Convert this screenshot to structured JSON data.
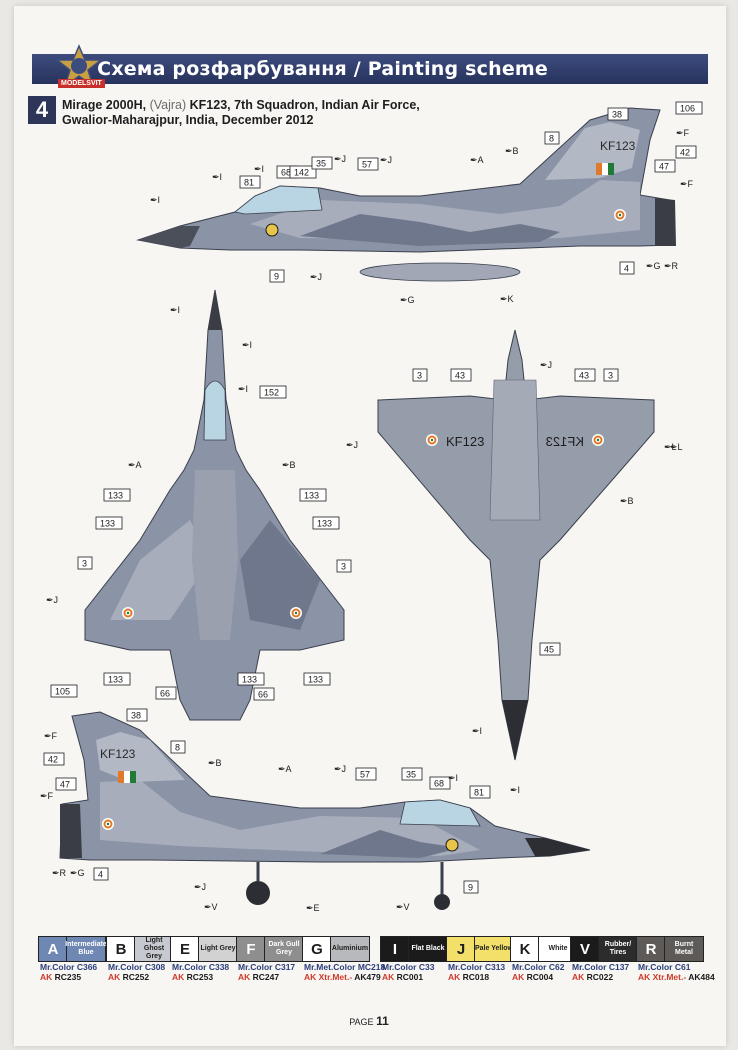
{
  "header": {
    "title": "Схема розфарбування / Painting scheme",
    "brand": "MODELSVIT"
  },
  "scheme": {
    "number": "4",
    "aircraft": "Mirage 2000H,",
    "name": "(Vajra)",
    "unit": "KF123, 7th Squadron, Indian Air Force,",
    "location": "Gwalior-Maharajpur, India, December 2012"
  },
  "markings": {
    "serial": "KF123"
  },
  "callouts": {
    "boxed": [
      "106",
      "38",
      "8",
      "42",
      "47",
      "81",
      "68",
      "142",
      "35",
      "57",
      "4",
      "9",
      "152",
      "133",
      "133",
      "133",
      "133",
      "3",
      "3",
      "133",
      "133",
      "66",
      "133",
      "66",
      "3",
      "43",
      "43",
      "3",
      "45",
      "105",
      "38",
      "8",
      "42",
      "47",
      "4",
      "57",
      "35",
      "68",
      "81",
      "9"
    ],
    "colors": [
      "F",
      "F",
      "I",
      "I",
      "I",
      "J",
      "J",
      "J",
      "A",
      "B",
      "G",
      "R",
      "G",
      "K",
      "I",
      "I",
      "I",
      "A",
      "B",
      "J",
      "L",
      "J",
      "J",
      "L",
      "B",
      "I",
      "F",
      "F",
      "R",
      "G",
      "J",
      "V",
      "E",
      "A",
      "J",
      "B",
      "I",
      "I",
      "V"
    ]
  },
  "legend": [
    {
      "letter": "A",
      "name": "Intermediate Blue",
      "mr": "Mr.Color C366",
      "ak": "RC235",
      "akpre": "",
      "bg": "#6f87b3",
      "fg": "#ffffff",
      "namebg": "#6f87b3",
      "namefg": "#ffffff"
    },
    {
      "letter": "B",
      "name": "Light Ghost Grey",
      "mr": "Mr.Color C308",
      "ak": "RC252",
      "akpre": "",
      "bg": "#ffffff",
      "fg": "#1e1e1e",
      "namebg": "#c6c9cf",
      "namefg": "#1e1e1e"
    },
    {
      "letter": "E",
      "name": "Light Grey",
      "mr": "Mr.Color C338",
      "ak": "RC253",
      "akpre": "",
      "bg": "#ffffff",
      "fg": "#1e1e1e",
      "namebg": "#d1d2d1",
      "namefg": "#1e1e1e"
    },
    {
      "letter": "F",
      "name": "Dark Gull Grey",
      "mr": "Mr.Color C317",
      "ak": "RC247",
      "akpre": "",
      "bg": "#8e8e8f",
      "fg": "#ffffff",
      "namebg": "#8e8e8f",
      "namefg": "#ffffff"
    },
    {
      "letter": "G",
      "name": "Aluminium",
      "mr": "Mr.Met.Color MC218",
      "ak": "AK479",
      "akpre": "Xtr.Met.-",
      "bg": "#ffffff",
      "fg": "#1e1e1e",
      "namebg": "#b7b9bc",
      "namefg": "#1e1e1e"
    },
    {
      "letter": "I",
      "name": "Flat Black",
      "mr": "Mr.Color C33",
      "ak": "RC001",
      "akpre": "",
      "bg": "#1b1b1b",
      "fg": "#ffffff",
      "namebg": "#1b1b1b",
      "namefg": "#ffffff"
    },
    {
      "letter": "J",
      "name": "Pale Yellow",
      "mr": "Mr.Color C313",
      "ak": "RC018",
      "akpre": "",
      "bg": "#f2e06b",
      "fg": "#1e1e1e",
      "namebg": "#f2e06b",
      "namefg": "#1e1e1e"
    },
    {
      "letter": "K",
      "name": "White",
      "mr": "Mr.Color C62",
      "ak": "RC004",
      "akpre": "",
      "bg": "#ffffff",
      "fg": "#1e1e1e",
      "namebg": "#ffffff",
      "namefg": "#1e1e1e"
    },
    {
      "letter": "V",
      "name": "Rubber/ Tires",
      "mr": "Mr.Color C137",
      "ak": "RC022",
      "akpre": "",
      "bg": "#1b1b1b",
      "fg": "#ffffff",
      "namebg": "#2c2c2c",
      "namefg": "#ffffff"
    },
    {
      "letter": "R",
      "name": "Burnt Metal",
      "mr": "Mr.Color C61",
      "ak": "AK484",
      "akpre": "Xtr.Met.-",
      "bg": "#5d5a58",
      "fg": "#ffffff",
      "namebg": "#5d5a58",
      "namefg": "#ffffff"
    }
  ],
  "footer": {
    "label": "PAGE",
    "number": "11"
  }
}
